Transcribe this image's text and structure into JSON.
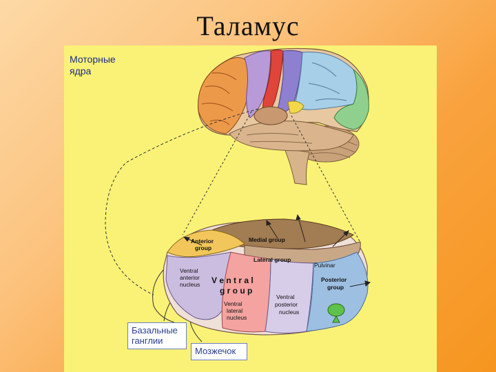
{
  "title": "Таламус",
  "motor_label": "Моторные ядра",
  "basal_label": "Базальные ганглии",
  "cerebellum_label": "Мозжечок",
  "thalamus": {
    "anterior": [
      "Anterior",
      "group"
    ],
    "medial": "Medial group",
    "lateral": "Lateral group",
    "pulvinar": "Pulvinar",
    "posterior": [
      "Posterior",
      "group"
    ],
    "va": [
      "Ventral",
      "anterior",
      "nucleus"
    ],
    "ventral_group": [
      "V e n t r a l",
      "g r o u p"
    ],
    "vl": [
      "Ventral",
      "lateral",
      "nucleus"
    ],
    "vp": [
      "Ventral",
      "posterior",
      "nucleus"
    ]
  },
  "colors": {
    "background_panel": "#f9f277",
    "slide_gradient_start": "#fdd9a6",
    "slide_gradient_end": "#f6961f"
  }
}
